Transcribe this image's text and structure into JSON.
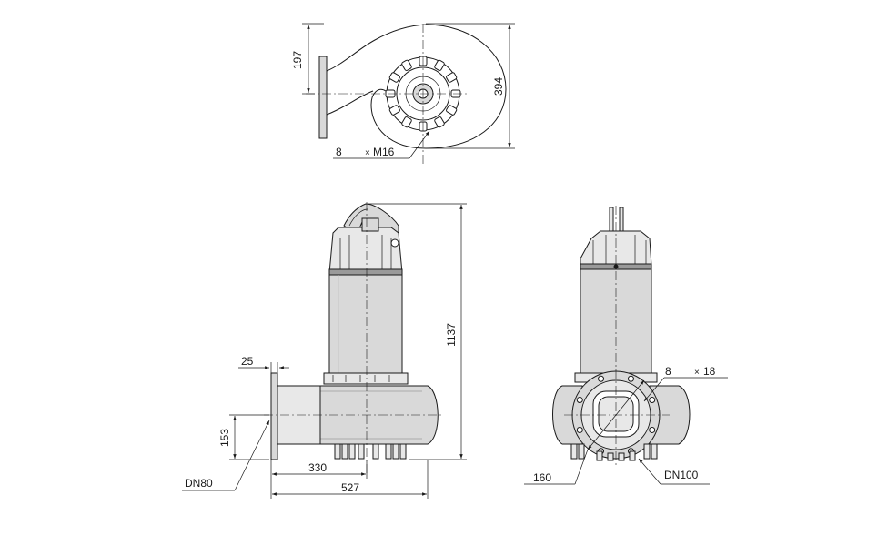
{
  "top_view": {
    "dim_height": "197",
    "dim_total": "394",
    "bolt_count": "8",
    "bolt_times": "×",
    "bolt_thread": "M16"
  },
  "side_view": {
    "dim_flange": "25",
    "dim_outlet_height": "153",
    "dim_outlet_offset": "330",
    "dim_width": "527",
    "dim_total_height": "1137",
    "outlet_label": "DN80"
  },
  "front_view": {
    "hole_count": "8",
    "hole_times": "×",
    "hole_size": "18",
    "dim_pcd": "160",
    "inlet_label": "DN100"
  }
}
